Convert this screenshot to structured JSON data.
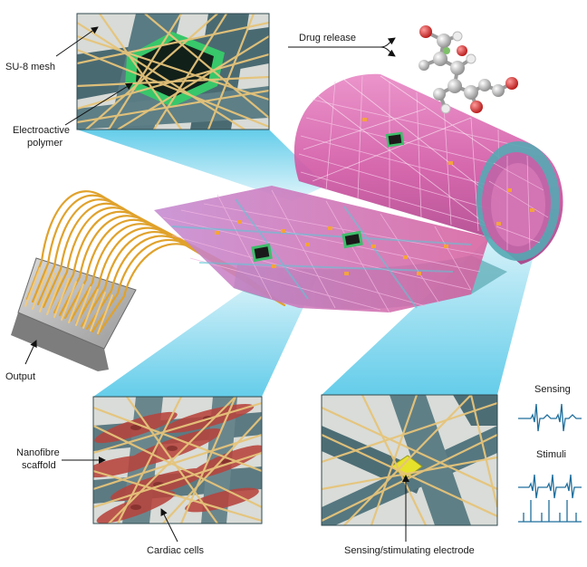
{
  "labels": {
    "su8_mesh": "SU-8 mesh",
    "electroactive_polymer_line1": "Electroactive",
    "electroactive_polymer_line2": "polymer",
    "drug_release": "Drug release",
    "output": "Output",
    "nanofibre_scaffold_line1": "Nanofibre",
    "nanofibre_scaffold_line2": "scaffold",
    "cardiac_cells": "Cardiac cells",
    "sensing_stimulating_electrode": "Sensing/stimulating electrode",
    "sensing": "Sensing",
    "stimuli": "Stimuli"
  },
  "colors": {
    "scaffold_pink": "#d25aa6",
    "mesh_teal": "#4a8f96",
    "nanofibre_gold": "#e6c47a",
    "polymer_green": "#38c76a",
    "callout_cyan": "#49c4e6",
    "cell_red": "#b7443d",
    "electrode_yellow": "#e6e22c",
    "signal_blue": "#1f6e9c",
    "wire_orange": "#e0a22c"
  },
  "icons": {
    "molecule": "molecule-icon",
    "electrode_pad": "electrode-pad-icon"
  }
}
